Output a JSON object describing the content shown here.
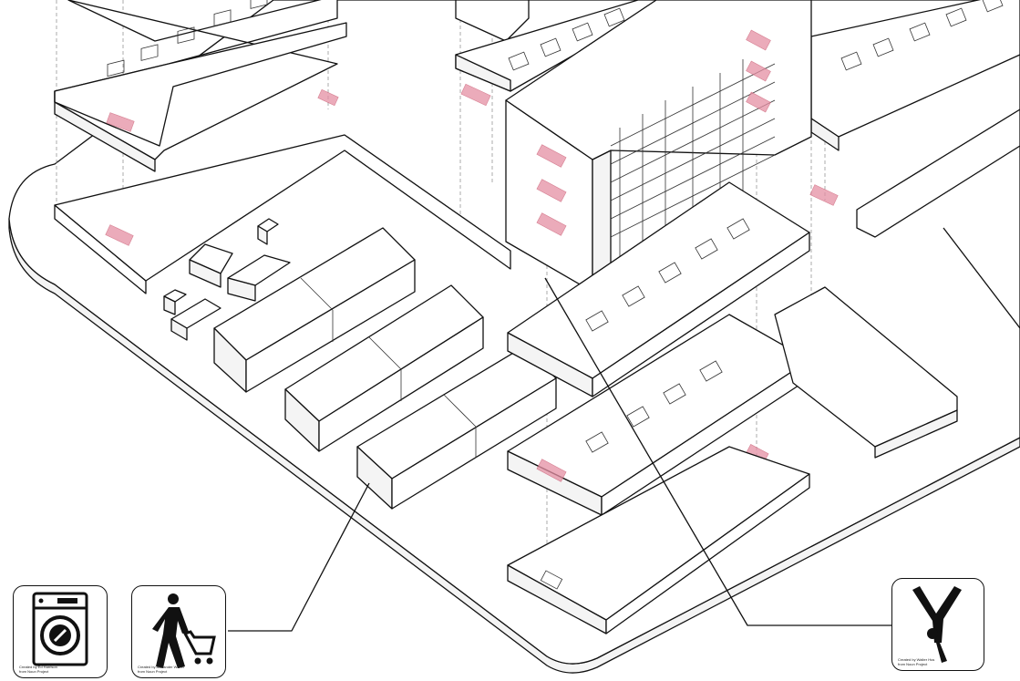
{
  "diagram": {
    "highlight_color": "#e58fa3",
    "line_color": "#111111"
  },
  "icons": [
    {
      "id": "laundry",
      "icon": "washing-machine-icon",
      "credit_line1": "Created by Ed Harrison",
      "credit_line2": "from Noun Project"
    },
    {
      "id": "shopping",
      "icon": "shopping-cart-person-icon",
      "credit_line1": "Created by Alexander Wiefel",
      "credit_line2": "from Noun Project"
    },
    {
      "id": "play",
      "icon": "handstand-person-icon",
      "credit_line1": "Created by Walter Hus",
      "credit_line2": "from Noun Project"
    }
  ]
}
